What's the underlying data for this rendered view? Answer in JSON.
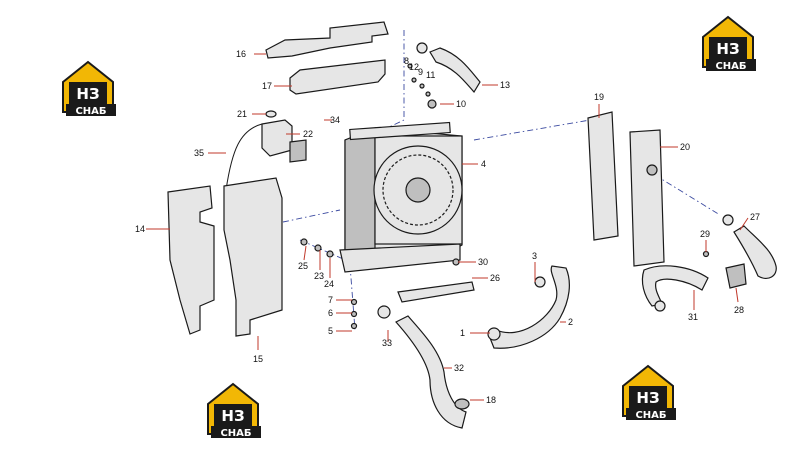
{
  "brand": {
    "logo_mark": "НЗ",
    "logo_text": "СНАБ",
    "logo_color": "#f2b705",
    "logo_dark": "#1a1a1a"
  },
  "callouts": [
    "1",
    "2",
    "3",
    "4",
    "5",
    "6",
    "7",
    "8",
    "9",
    "10",
    "11",
    "12",
    "13",
    "14",
    "15",
    "16",
    "17",
    "18",
    "19",
    "20",
    "21",
    "22",
    "23",
    "24",
    "25",
    "26",
    "27",
    "28",
    "29",
    "30",
    "31",
    "32",
    "33",
    "34",
    "35"
  ],
  "colors": {
    "leader": "#c0392b",
    "assembly_line": "#3b4aa0",
    "part_fill": "#e6e6e6",
    "outline": "#1a1a1a"
  }
}
